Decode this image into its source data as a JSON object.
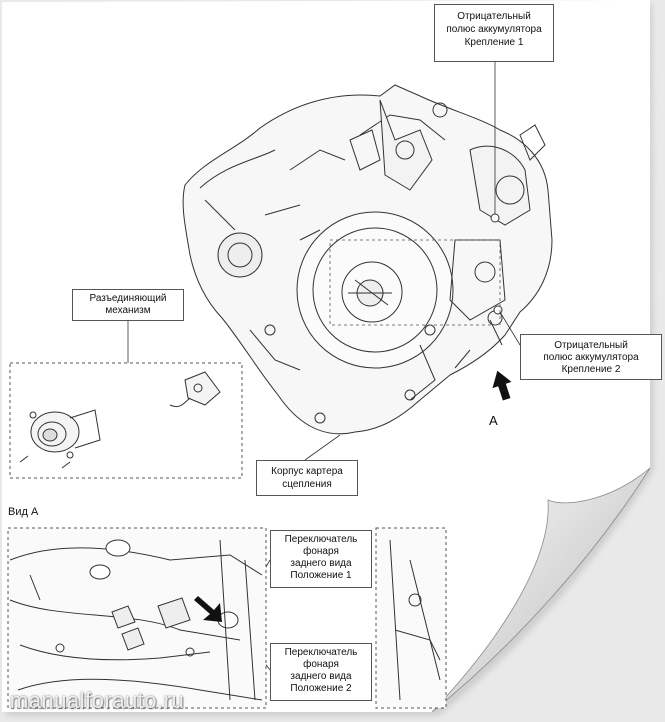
{
  "labels": {
    "battery_mount_1": [
      "Отрицательный",
      "полюс аккумулятора",
      "Крепление 1"
    ],
    "battery_mount_2": [
      "Отрицательный",
      "полюс аккумулятора",
      "Крепление 2"
    ],
    "release_mechanism": [
      "Разъединяющий",
      "механизм"
    ],
    "clutch_housing": [
      "Корпус картера",
      "сцепления"
    ],
    "view_arrow": "A",
    "view_a": "Вид A",
    "reverse_switch_1": [
      "Переключатель",
      "фонаря",
      "заднего вида",
      "Положение 1"
    ],
    "reverse_switch_2": [
      "Переключатель",
      "фонаря",
      "заднего вида",
      "Положение 2"
    ]
  },
  "watermark": "manualforauto.ru",
  "colors": {
    "line": "#333333",
    "paper": "#ffffff",
    "background": "#e9e9e9",
    "arrow": "#111111"
  }
}
